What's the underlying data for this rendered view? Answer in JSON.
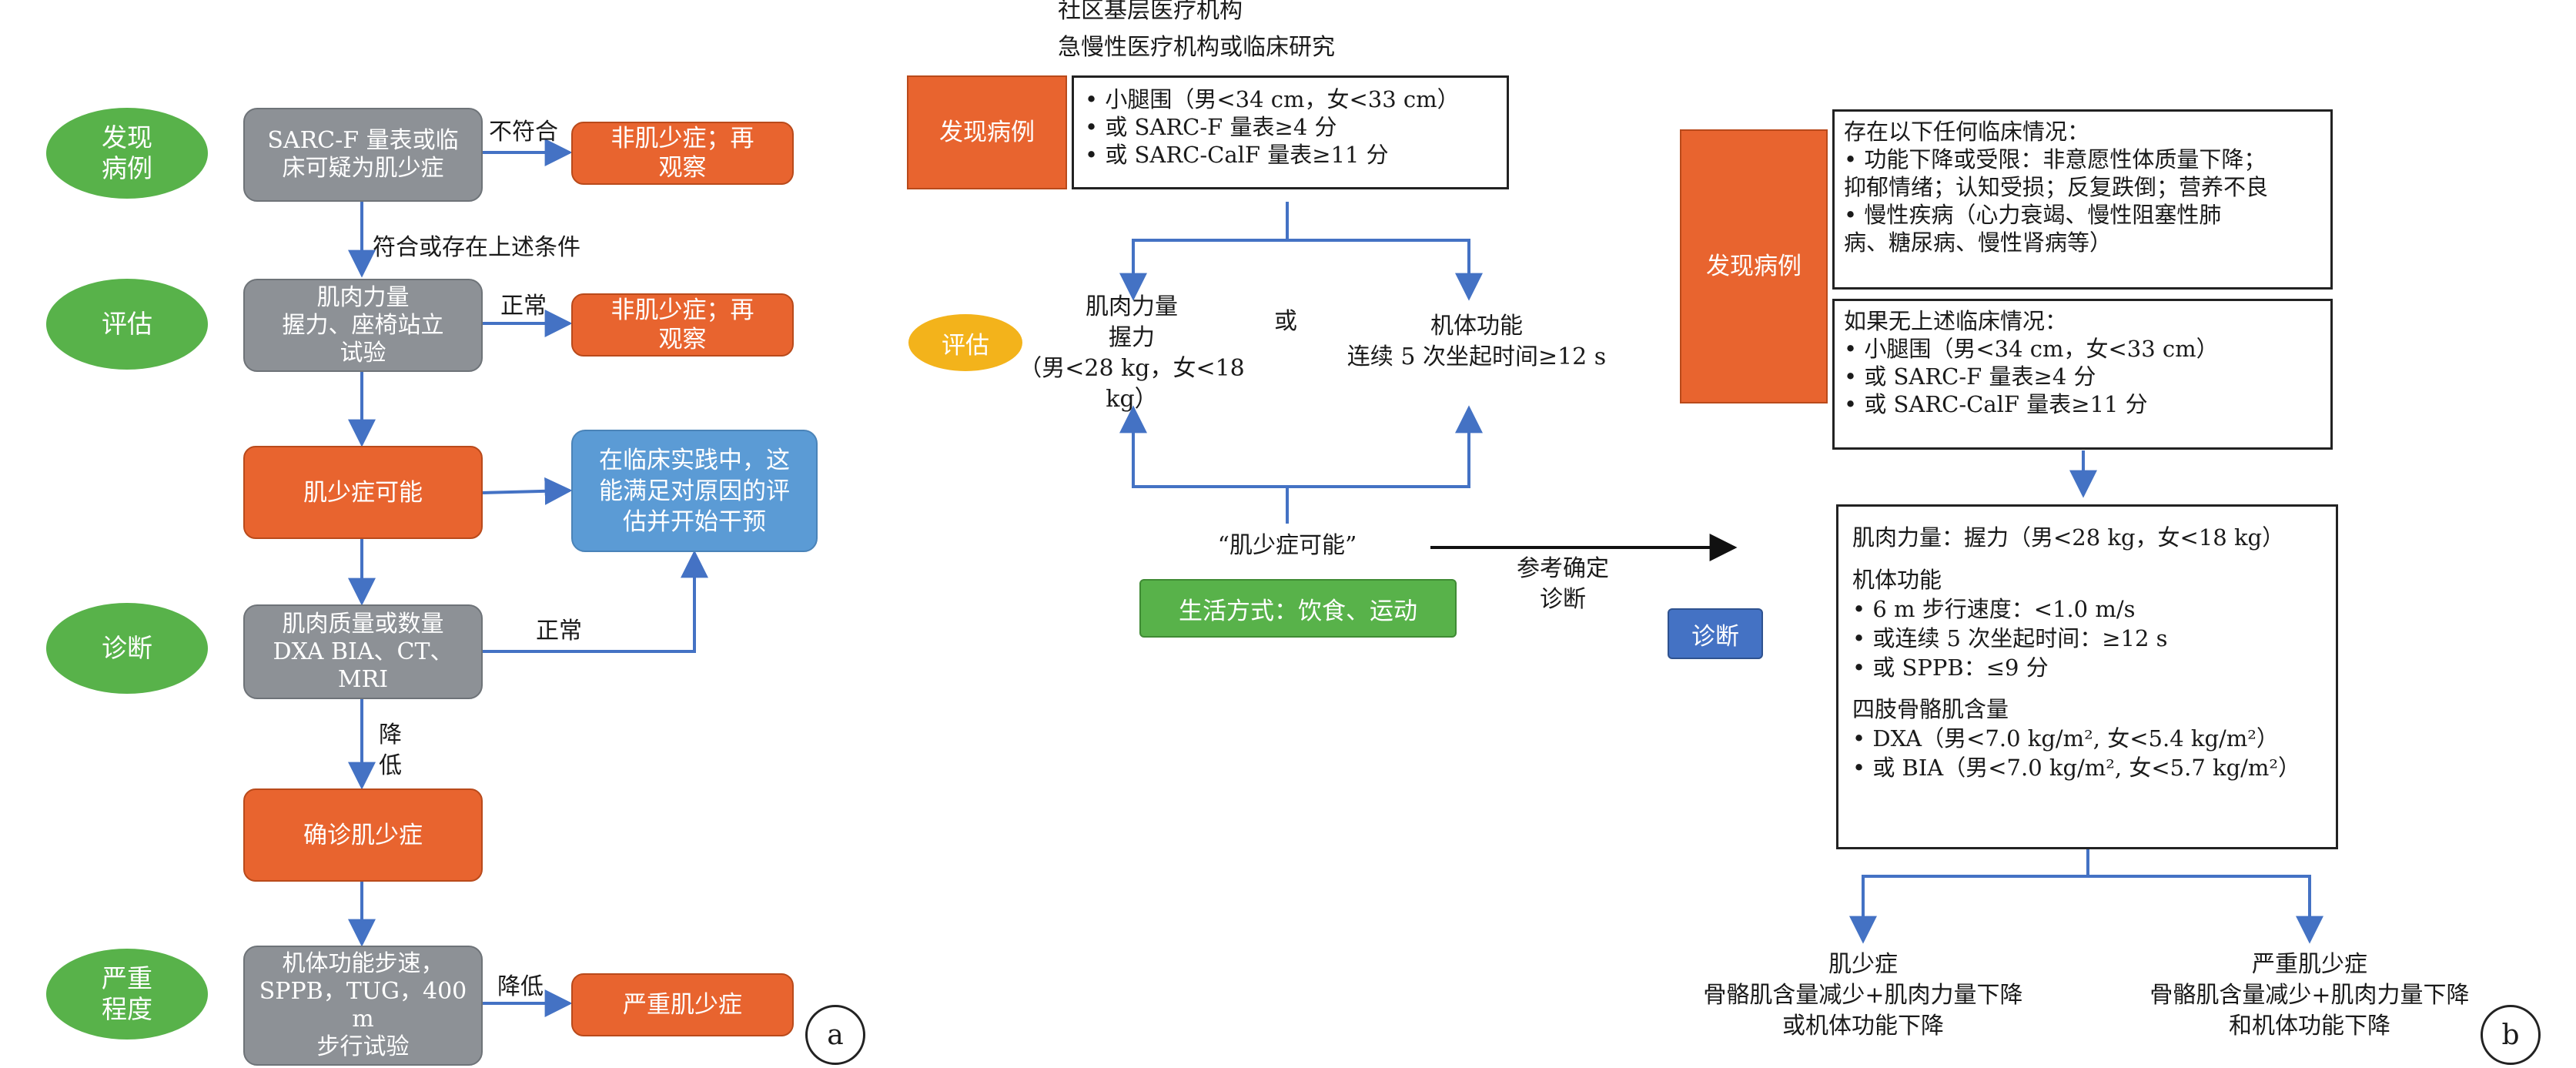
{
  "panel_a": {
    "stages": {
      "discover": "发现\n病例",
      "assess": "评估",
      "diagnose": "诊断",
      "severity": "严重\n程度"
    },
    "boxes": {
      "sarcf": "SARC-F 量表或临\n床可疑为肌少症",
      "nonsarco1": "非肌少症；再\n观察",
      "strength": "肌肉力量\n握力、座椅站立\n试验",
      "nonsarco2": "非肌少症；再\n观察",
      "possible": "肌少症可能",
      "clinical": "在临床实践中，这\n能满足对原因的评\n估并开始干预",
      "mass": "肌肉质量或数量\nDXA  BIA、CT、\nMRI",
      "confirmed": "确诊肌少症",
      "function": "机体功能步速，\nSPPB，TUG，400 m\n步行试验",
      "severe": "严重肌少症"
    },
    "edge_labels": {
      "not_meet": "不符合",
      "meet": "符合或存在上述条件",
      "normal1": "正常",
      "normal2": "正常",
      "reduced": "降\n低",
      "reduced2": "降低"
    },
    "panel_label": "a"
  },
  "panel_b": {
    "header_line1": "社区基层医疗机构",
    "header_line2": "急慢性医疗机构或临床研究",
    "discover_label": "发现病例",
    "criteria": [
      "• 小腿围（男<34 cm，女<33 cm）",
      "• 或 SARC-F 量表≥4 分",
      "• 或 SARC-CalF 量表≥11 分"
    ],
    "assess_label": "评估",
    "strength": "肌肉力量\n握力\n（男<28 kg，女<18 kg）",
    "or": "或",
    "function": "机体功能\n连续 5 次坐起时间≥12 s",
    "possible": "“肌少症可能”",
    "lifestyle": "生活方式：饮食、运动",
    "reference": "参考确定\n诊断",
    "panel_label": "b"
  },
  "panel_c": {
    "discover_label": "发现病例",
    "clinical_box": [
      "存在以下任何临床情况：",
      "• 功能下降或受限：非意愿性体质量下降；",
      "抑郁情绪；认知受损；反复跌倒；营养不良",
      "• 慢性疾病（心力衰竭、慢性阻塞性肺",
      "病、糖尿病、慢性肾病等）"
    ],
    "no_clinical_box": [
      "如果无上述临床情况：",
      "• 小腿围（男<34 cm，女<33 cm）",
      "• 或 SARC-F 量表≥4 分",
      "• 或 SARC-CalF 量表≥11 分"
    ],
    "diagnose_label": "诊断",
    "criteria_box": [
      "肌肉力量：握力（男<28 kg，女<18 kg）",
      "",
      "机体功能",
      "• 6 m 步行速度：<1.0 m/s",
      "• 或连续 5 次坐起时间：≥12 s",
      "• 或 SPPB：≤9 分",
      "",
      "四肢骨骼肌含量",
      "• DXA（男<7.0 kg/m², 女<5.4 kg/m²）",
      "• 或 BIA（男<7.0 kg/m², 女<5.7 kg/m²）"
    ],
    "sarcopenia": "肌少症\n骨骼肌含量减少+肌肉力量下降\n或机体功能下降",
    "severe": "严重肌少症\n骨骼肌含量减少+肌肉力量下降\n和机体功能下降"
  },
  "colors": {
    "green": "#58b24a",
    "gray": "#8d9196",
    "orange": "#e8642f",
    "blue": "#5b9bd5",
    "arrow_blue": "#4472c4",
    "yellow": "#f3b31b"
  }
}
